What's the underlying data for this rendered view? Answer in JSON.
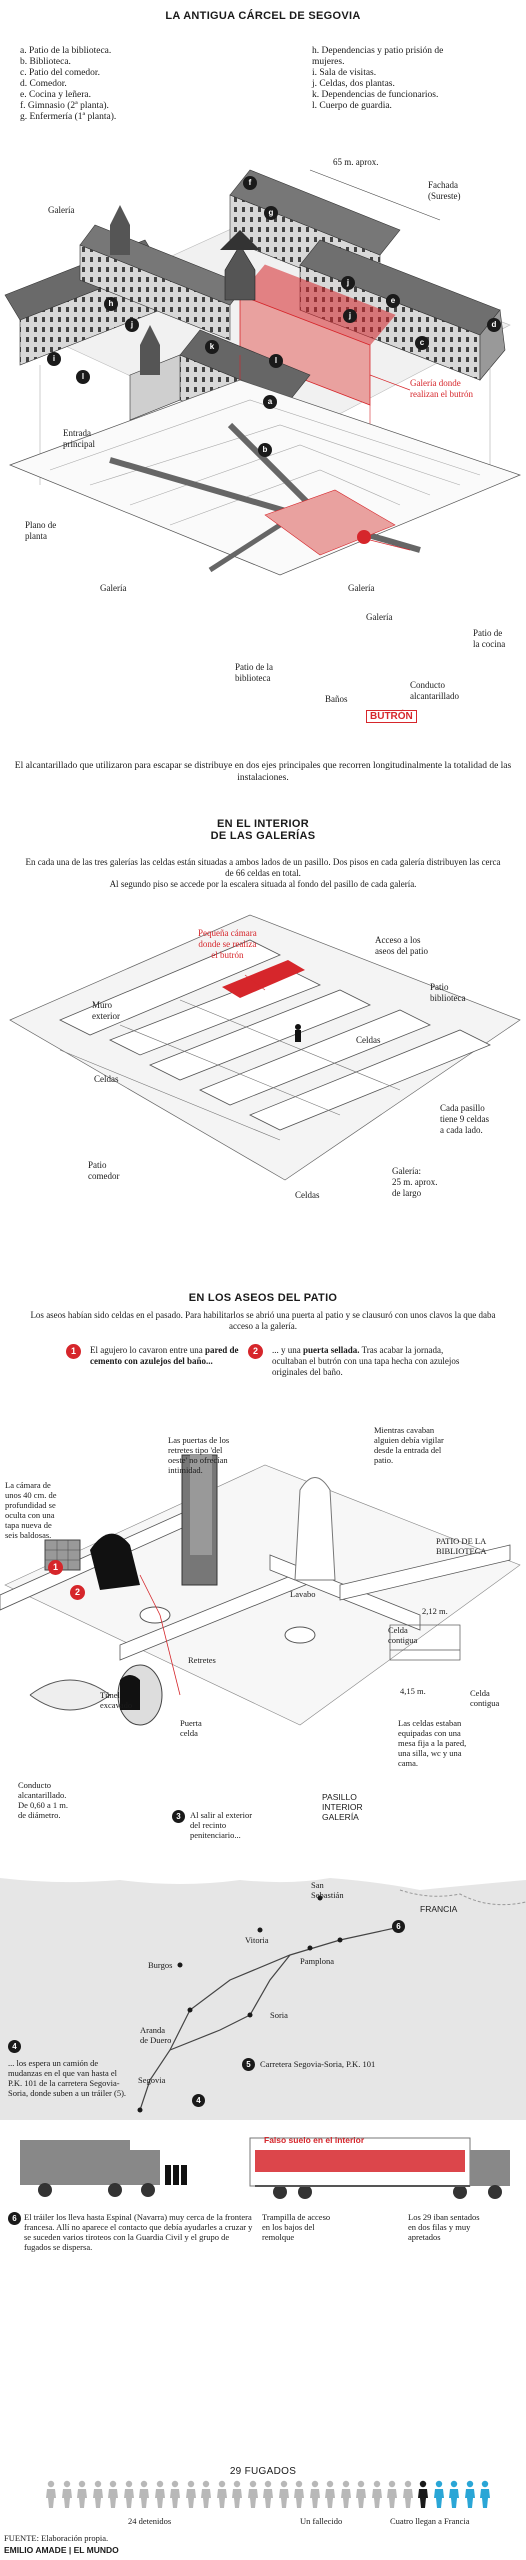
{
  "section1": {
    "title": "LA ANTIGUA CÁRCEL DE SEGOVIA",
    "legend_left": [
      "a. Patio de la biblioteca.",
      "b. Biblioteca.",
      "c. Patio del comedor.",
      "d. Comedor.",
      "e. Cocina y leñera.",
      "f. Gimnasio (2ª planta).",
      "g. Enfermería (1ª planta)."
    ],
    "legend_right": [
      "h. Dependencias y patio prisión de",
      "mujeres.",
      "i. Sala de visitas.",
      "j. Celdas, dos plantas.",
      "k. Dependencias de funcionarios.",
      "l. Cuerpo de guardia."
    ],
    "label_65m": "65 m. aprox.",
    "label_fachada": "Fachada\n(Sureste)",
    "label_galeria": "Galería",
    "label_galeria_boquete": "Galería donde\nrealizan el butrón",
    "label_entrada": "Entrada\nprincipal",
    "label_plano": "Plano de\nplanta",
    "label_galeria_a": "Galería",
    "label_galeria_b": "Galería",
    "label_galeria_c": "Galería",
    "label_patio_cocina": "Patio de\nla cocina",
    "label_patio_biblioteca": "Patio de la\nbiblioteca",
    "label_conducto": "Conducto\nalcantarillado",
    "label_banos": "Baños",
    "label_butron": "BUTRÓN",
    "caption": "El alcantarillado que utilizaron para escapar se distribuye en dos ejes principales que recorren longitudinalmente la totalidad de las instalaciones.",
    "letters": [
      "a",
      "b",
      "c",
      "d",
      "e",
      "f",
      "g",
      "h",
      "i",
      "j",
      "k",
      "l"
    ]
  },
  "section2": {
    "title": "EN EL INTERIOR\nDE LAS GALERÍAS",
    "intro": "En cada una de las tres galerías las celdas están situadas a ambos lados de un pasillo. Dos pisos en cada galería distribuyen las cerca de 66 celdas en total.\nAl segundo piso se accede por la escalera situada al fondo del pasillo de cada galería.",
    "label_camara": "Pequeña cámara\ndonde se realiza\nel butrón",
    "label_acceso": "Acceso a los\naseos del patio",
    "label_patio_biblio": "Patio\nbiblioteca",
    "label_muro": "Muro\nexterior",
    "label_celdas_1": "Celdas",
    "label_celdas_2": "Celdas",
    "label_celdas_3": "Celdas",
    "label_patio_comedor": "Patio\ncomedor",
    "label_cada_pasillo": "Cada pasillo\ntiene 9 celdas\na cada lado.",
    "label_galeria": "Galería:\n25 m. aprox.\nde largo"
  },
  "section3": {
    "title": "EN LOS ASEOS DEL PATIO",
    "intro": "Los aseos habían sido celdas en el pasado. Para habilitarlos se abrió una puerta al patio y se clausuró con unos clavos la que daba acceso a la galería.",
    "step1_num": "1",
    "step1_a": "El agujero lo cavaron entre una ",
    "step1_b": "pared de cemento con azulejos del baño...",
    "step2_num": "2",
    "step2_a": "... y una ",
    "step2_b": "puerta sellada.",
    "step2_c": " Tras acabar la jornada, ocultaban el butrón con una tapa hecha con azulejos originales del baño.",
    "label_puertas": "Las puertas de los\nretretes tipo 'del\noeste' no ofrecían\nintimidad.",
    "label_mientras": "Mientras cavaban\nalguien debía vigilar\ndesde la entrada del\npatio.",
    "label_camara": "La cámara de\nunos 40 cm. de\nprofundidad se\noculta con una\ntapa nueva de\nseis baldosas.",
    "label_patio_biblio": "PATIO DE LA\nBIBLIOTECA",
    "label_lavabo": "Lavabo",
    "label_212": "2,12 m.",
    "label_celda_contigua": "Celda\ncontigua",
    "label_retretes": "Retretes",
    "label_415": "4,15 m.",
    "label_celda_contigua2": "Celda\ncontigua",
    "label_tunel": "Túnel\nexcavado",
    "label_puerta_celda": "Puerta\ncelda",
    "label_celdas_equipadas": "Las celdas estaban\nequipadas con una\nmesa fija a la pared,\nuna silla, wc y una\ncama.",
    "label_conducto": "Conducto\nalcantarillado.\nDe 0,60 a 1 m.\nde diámetro.",
    "step3_num": "3",
    "step3_text": "Al salir al exterior\ndel recinto\npenitenciario...",
    "label_pasillo": "PASILLO\nINTERIOR\nGALERÍA"
  },
  "map": {
    "cities": [
      "San\nSebastián",
      "FRANCIA",
      "Vitoria",
      "Pamplona",
      "Burgos",
      "Soria",
      "Aranda\nde Duero",
      "Segovia"
    ],
    "step4_num": "4",
    "step4_text": "... los espera un camión de mudanzas en el que van hasta el P.K. 101 de la carretera Segovia-Soria, donde suben a un tráiler (5).",
    "step5_num": "5",
    "step5_text": "Carretera Segovia-Soria, P.K. 101",
    "step6_num": "6",
    "marker4": "4"
  },
  "trucks": {
    "label_falso": "Falso suelo en el interior",
    "label_trampilla": "Trampilla de acceso\nen los bajos del\nremolque",
    "label_29": "Los 29 iban sentados\nen dos filas y muy\napretados",
    "step6_num": "6",
    "step6_text": "El tráiler los lleva hasta Espinal (Navarra) muy cerca de la frontera francesa. Allí no aparece el contacto que debía ayudarles a cruzar y se suceden varios tiroteos con la Guardia Civil y el grupo de fugados se dispersa."
  },
  "fugados": {
    "title": "29 FUGADOS",
    "detenidos": "24 detenidos",
    "fallecido": "Un fallecido",
    "francia": "Cuatro llegan a Francia",
    "counts": {
      "detenidos": 24,
      "fallecido": 1,
      "francia": 4
    },
    "colors": {
      "detenidos": "#b8b8b8",
      "fallecido": "#1a1a1a",
      "francia": "#2aa6d6"
    }
  },
  "footer": {
    "fuente": "FUENTE: Elaboración propia.",
    "autor": "EMILIO AMADE | EL MUNDO"
  }
}
